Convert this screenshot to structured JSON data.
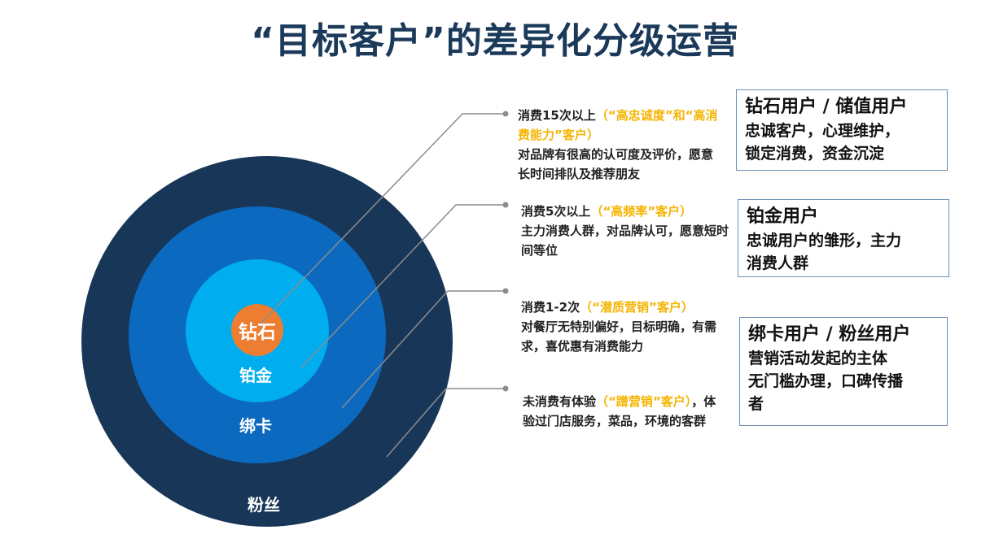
{
  "title": "“目标客户”的差异化分级运营",
  "rings": [
    {
      "label": "粉丝",
      "color": "#183758"
    },
    {
      "label": "绑卡",
      "color": "#0b69bf"
    },
    {
      "label": "铂金",
      "color": "#00aeef"
    },
    {
      "label": "钻石",
      "color": "#ed7d31"
    }
  ],
  "descriptions": [
    {
      "p1": "消费15次以上",
      "hl": "（“高忠诚度”和“高消费能力”客户）",
      "p2": "对品牌有很高的认可度及评价，愿意长时间排队及推荐朋友"
    },
    {
      "p1": "消费5次以上",
      "hl": "（“高频率”客户）",
      "p2": "主力消费人群，对品牌认可，愿意短时间等位"
    },
    {
      "p1": "消费1-2次",
      "hl": "（“潜质营销”客户）",
      "p2": "对餐厅无特别偏好，目标明确，有需求，喜优惠有消费能力"
    },
    {
      "p1": "未消费有体验",
      "hl": "（“蹭营销”客户）",
      "p2": "，体验过门店服务，菜品，环境的客群"
    }
  ],
  "boxes": [
    {
      "title": "钻石用户 / 储值用户",
      "lines": [
        "忠诚客户，心理维护，",
        "锁定消费，资金沉淀"
      ]
    },
    {
      "title": "铂金用户",
      "lines": [
        "忠诚用户的雏形，主力",
        "消费人群"
      ]
    },
    {
      "title": "绑卡用户 / 粉丝用户",
      "lines": [
        "营销活动发起的主体",
        "无门槛办理，口碑传播",
        "者"
      ]
    }
  ],
  "colors": {
    "title": "#1b3a5a",
    "highlight": "#f5b400",
    "connector": "#8c8c8c"
  }
}
